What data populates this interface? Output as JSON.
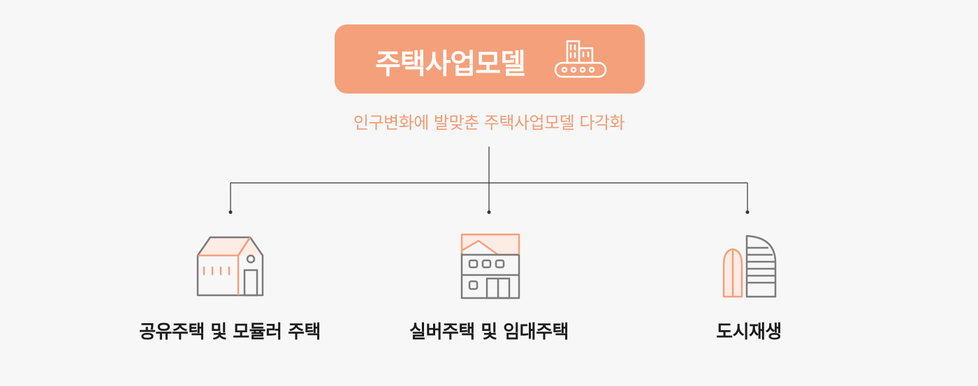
{
  "title": "주택사업모델",
  "subtitle": "인구변화에 발맞춘 주택사업모델 다각화",
  "colors": {
    "accent": "#f4a07b",
    "subtitle": "#f09a74",
    "icon_gray": "#7a7a7a",
    "background": "#f7f7f7"
  },
  "title_icon": "factory-conveyor-icon",
  "branches": [
    {
      "label": "공유주택 및 모듈러 주택",
      "icon": "house-icon"
    },
    {
      "label": "실버주택 및 임대주택",
      "icon": "apartment-building-icon"
    },
    {
      "label": "도시재생",
      "icon": "city-buildings-icon"
    }
  ]
}
